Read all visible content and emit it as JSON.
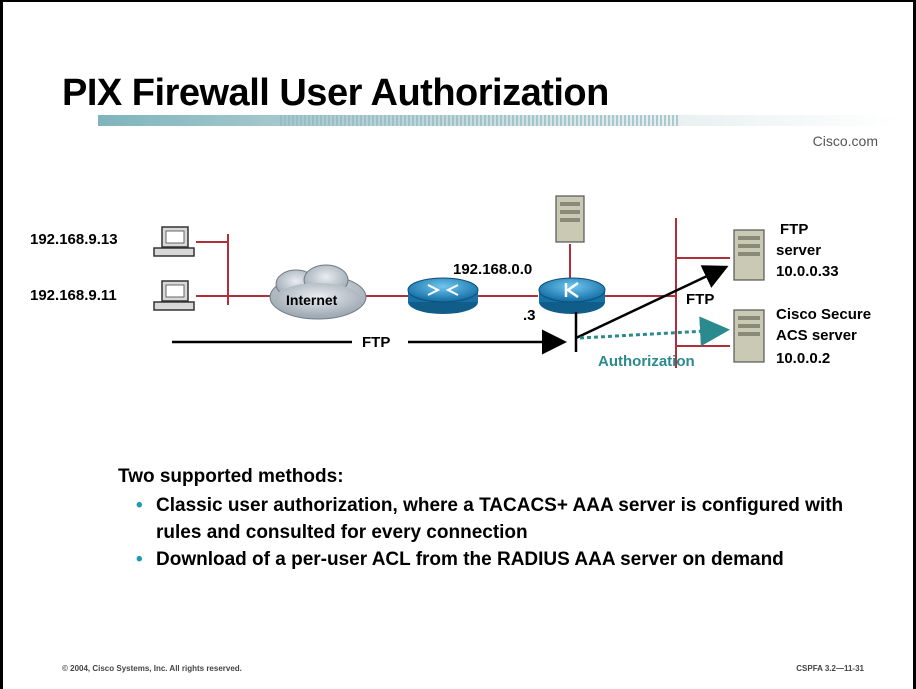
{
  "slide": {
    "title": "PIX Firewall User Authorization",
    "brand": "Cisco.com"
  },
  "diagram": {
    "host1_ip": "192.168.9.13",
    "host2_ip": "192.168.9.11",
    "cloud_label": "Internet",
    "inside_network": "192.168.0.0",
    "pix_interface": ".3",
    "ftp_flow_label": "FTP",
    "ftp_inside_label": "FTP",
    "authorization_label": "Authorization",
    "ftp_server_line1": "FTP",
    "ftp_server_line2": "server",
    "ftp_server_ip": "10.0.0.33",
    "acs_line1": "Cisco Secure",
    "acs_line2": "ACS server",
    "acs_ip": "10.0.0.2",
    "accent_red": "#b0303a",
    "accent_teal": "#2a8a8e"
  },
  "methods": {
    "heading": "Two supported methods:",
    "items": [
      "Classic user authorization, where a TACACS+ AAA server is configured with rules and consulted for every connection",
      "Download of a per-user ACL from the RADIUS AAA server on demand"
    ]
  },
  "footer": {
    "copyright": "© 2004, Cisco Systems, Inc. All rights reserved.",
    "code": "CSPFA 3.2—11-31"
  }
}
